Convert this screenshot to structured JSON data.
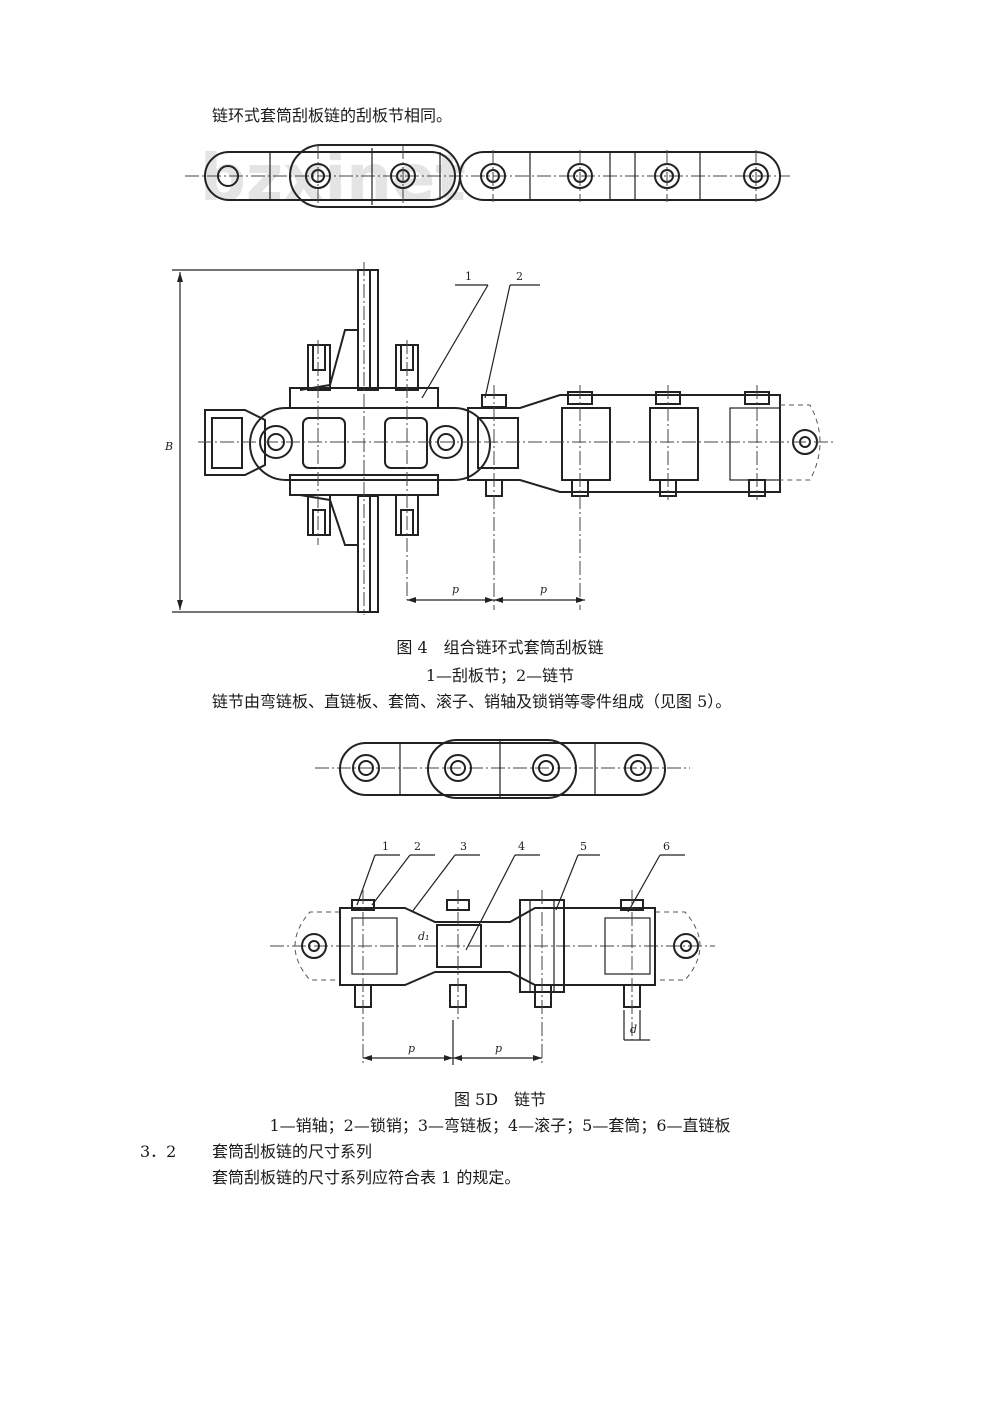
{
  "para_intro": "链环式套筒刮板链的刮板节相同。",
  "watermark": "bzxinet",
  "fig4": {
    "caption": "图 4　组合链环式套筒刮板链",
    "legend": "1—刮板节；2—链节",
    "label_1": "1",
    "label_2": "2",
    "label_B": "B",
    "label_p1": "p",
    "label_p2": "p"
  },
  "para_link": "链节由弯链板、直链板、套筒、滚子、销轴及锁销等零件组成（见图 5）。",
  "fig5": {
    "caption": "图 5D　链节",
    "legend": "1—销轴；2—锁销；3—弯链板；4—滚子；5—套筒；6—直链板",
    "labels": [
      "1",
      "2",
      "3",
      "4",
      "5",
      "6"
    ],
    "label_d1": "d₁",
    "label_d": "d",
    "label_p1": "p",
    "label_p2": "p"
  },
  "section": {
    "number": "3．2",
    "title": "套筒刮板链的尺寸系列",
    "body": "套筒刮板链的尺寸系列应符合表 1 的规定。"
  }
}
